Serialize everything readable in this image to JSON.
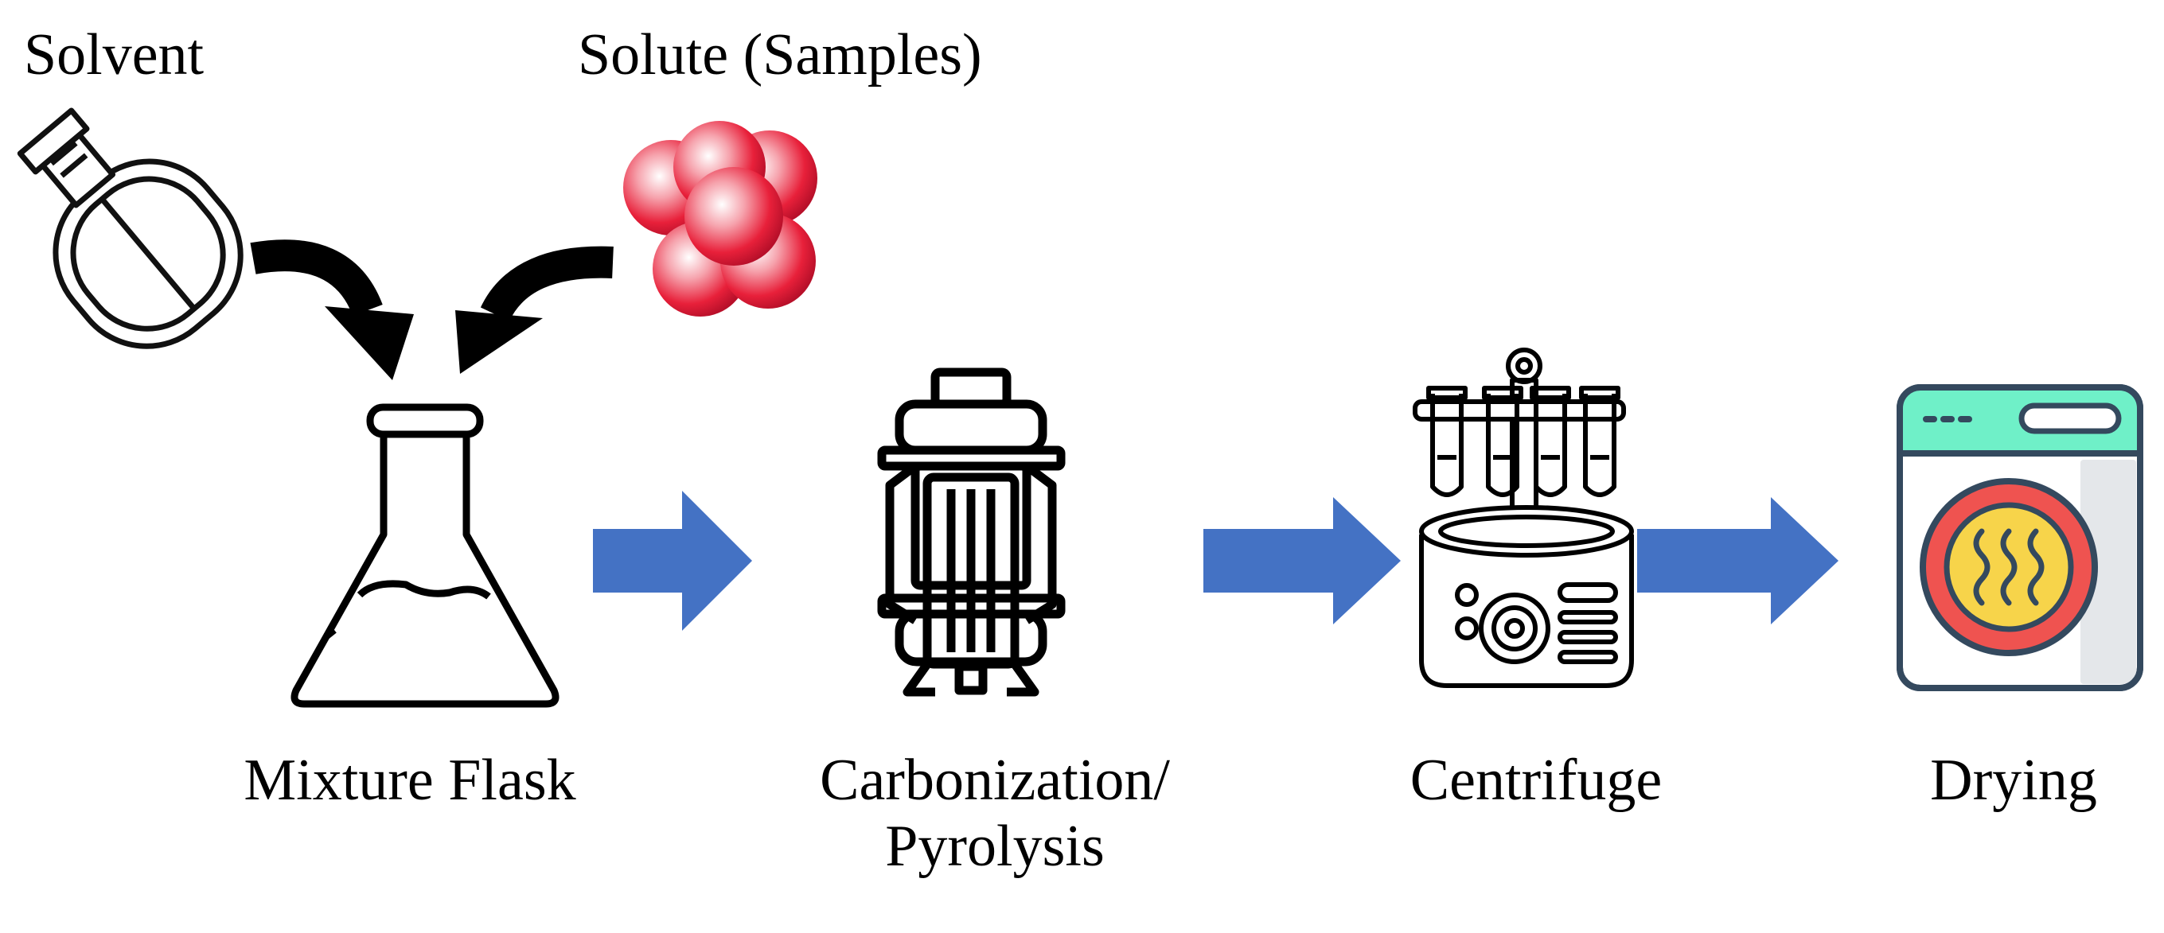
{
  "labels": {
    "solvent": "Solvent",
    "solute": "Solute (Samples)",
    "mixture": "Mixture Flask",
    "carbonization_line1": "Carbonization/",
    "carbonization_line2": "Pyrolysis",
    "centrifuge": "Centrifuge",
    "drying": "Drying"
  },
  "colors": {
    "process_arrow": "#4472c4",
    "feed_arrow": "#000000",
    "solute_sphere": "#e8203a",
    "dryer_panel": "#6ff0c8",
    "dryer_door_ring": "#ef5350",
    "dryer_door_inner": "#f7d44a",
    "dryer_outline": "#34495e"
  },
  "icons": {
    "solvent": "solvent-bottle-icon",
    "solute": "solute-spheres-icon",
    "mixture": "erlenmeyer-flask-icon",
    "carbonization": "pyrolysis-reactor-icon",
    "centrifuge": "centrifuge-icon",
    "drying": "dryer-icon"
  }
}
